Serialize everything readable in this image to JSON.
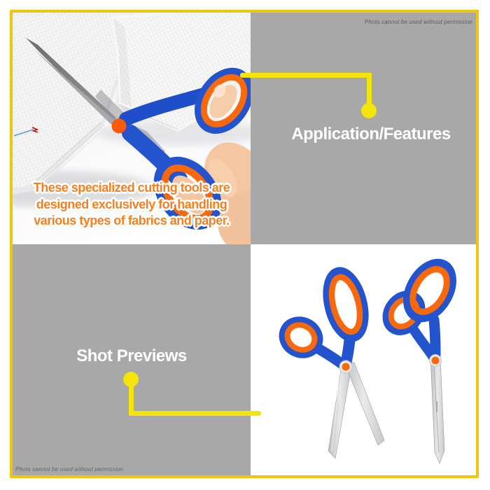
{
  "frame": {
    "border_color": "#F2C50B"
  },
  "palette": {
    "panel_gray": "#A8A8A8",
    "connector_yellow": "#F5E409",
    "tagline_orange": "#F58020",
    "label_white": "#FFFFFF",
    "scissors_blue": "#2353CD",
    "scissors_grip_orange": "#F8690E",
    "pivot_orange": "#F95B09"
  },
  "watermarks": {
    "top_right": "Photo cannot be used without permission",
    "bottom_left": "Photo cannot be used without permission"
  },
  "callouts": {
    "application_features": {
      "label": "Application/Features"
    },
    "shot_previews": {
      "label": "Shot Previews"
    }
  },
  "tagline": {
    "lines": [
      "These specialized cutting tools are",
      "designed exclusively for handling",
      "various types of fabrics and paper."
    ]
  },
  "photos": {
    "top_left": "scissors-cutting-grid-paper-photo",
    "bottom_right": "two-blue-orange-scissors-photo"
  }
}
